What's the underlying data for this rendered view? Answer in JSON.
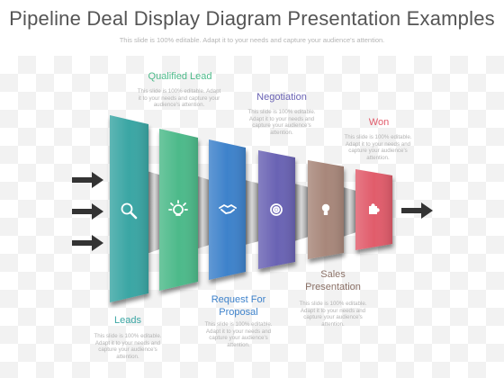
{
  "header": {
    "title": "Pipeline Deal Display Diagram Presentation Examples",
    "subtitle": "This slide is 100% editable. Adapt it to your needs and capture your audience's attention."
  },
  "stages": [
    {
      "label": "Leads",
      "description": "This slide is 100% editable. Adapt it to your needs and capture your audience's attention.",
      "color": "#3aa6a4",
      "icon": "magnifier-icon"
    },
    {
      "label": "Qualified Lead",
      "description": "This slide is 100% editable. Adapt it to your needs and capture your audience's attention.",
      "color": "#4dba8a",
      "icon": "lightbulb-icon"
    },
    {
      "label": "Request For Proposal",
      "description": "This slide is 100% editable. Adapt it to your needs and capture your audience's attention.",
      "color": "#3e82cb",
      "icon": "handshake-icon"
    },
    {
      "label": "Negotiation",
      "description": "This slide is 100% editable. Adapt it to your needs and capture your audience's attention.",
      "color": "#6a63b4",
      "icon": "target-icon"
    },
    {
      "label": "Sales Presentation",
      "description": "This slide is 100% editable. Adapt it to your needs and capture your audience's attention.",
      "color": "#a8877a",
      "icon": "bulb-icon"
    },
    {
      "label": "Won",
      "description": "This slide is 100% editable. Adapt it to your needs and capture your audience's attention.",
      "color": "#e15c6b",
      "icon": "puzzle-icon"
    }
  ],
  "label_colors": {
    "Leads": "#3aa6a4",
    "Qualified Lead": "#4dba8a",
    "Request For Proposal": "#3e82cb",
    "Negotiation": "#6a63b4",
    "Sales Presentation": "#8a7066",
    "Won": "#e15c6b"
  },
  "arrow_color": "#333333"
}
